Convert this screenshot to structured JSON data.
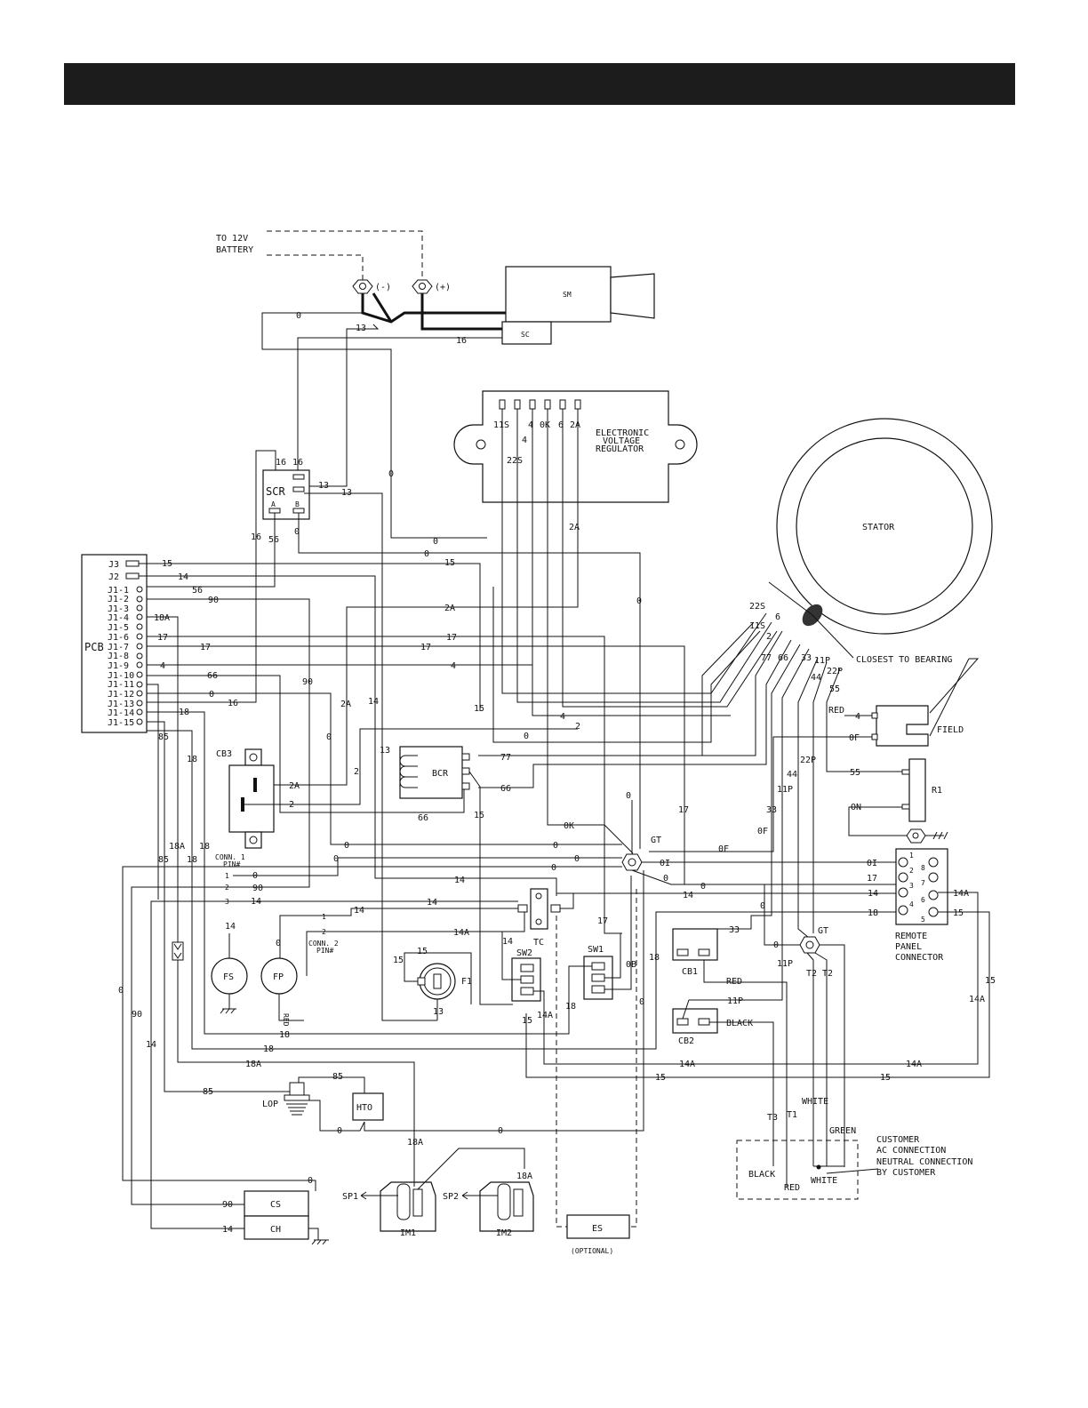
{
  "battery": {
    "label_line1": "TO 12V",
    "label_line2": "BATTERY",
    "neg": "(-)",
    "pos": "(+)"
  },
  "components": {
    "sm": "SM",
    "sc": "SC",
    "scr": "SCR",
    "scr_a": "A",
    "scr_b": "B",
    "evr_line1": "ELECTRONIC",
    "evr_line2": "VOLTAGE",
    "evr_line3": "REGULATOR",
    "stator": "STATOR",
    "pcb": "PCB",
    "cb3": "CB3",
    "bcr": "BCR",
    "field": "FIELD",
    "r1": "R1",
    "gt": "GT",
    "tc": "TC",
    "sw1": "SW1",
    "sw2": "SW2",
    "f1": "F1",
    "fs": "FS",
    "fp": "FP",
    "cb1": "CB1",
    "cb2": "CB2",
    "lop": "LOP",
    "hto": "HTO",
    "cs": "CS",
    "ch": "CH",
    "sp1": "SP1",
    "sp2": "SP2",
    "im1": "IM1",
    "im2": "IM2",
    "es": "ES",
    "optional": "(OPTIONAL)",
    "remote_line1": "REMOTE",
    "remote_line2": "PANEL",
    "remote_line3": "CONNECTOR",
    "conn1_line1": "CONN. 1",
    "conn1_line2": "PIN#",
    "conn2_line1": "CONN. 2",
    "conn2_line2": "PIN#",
    "closest": "CLOSEST TO BEARING",
    "customer_line1": "CUSTOMER",
    "customer_line2": "AC CONNECTION",
    "customer_line3": "NEUTRAL CONNECTION",
    "customer_line4": "BY CUSTOMER"
  },
  "pcb_pins": [
    "J3",
    "J2",
    "J1-1",
    "J1-2",
    "J1-3",
    "J1-4",
    "J1-5",
    "J1-6",
    "J1-7",
    "J1-8",
    "J1-9",
    "J1-10",
    "J1-11",
    "J1-12",
    "J1-13",
    "J1-14",
    "J1-15"
  ],
  "evr_terminals": [
    "11S",
    "22S",
    "4",
    "0K",
    "6",
    "2A"
  ],
  "remote_pins": [
    "1",
    "2",
    "3",
    "4",
    "5",
    "6",
    "7",
    "8"
  ],
  "wire_labels": {
    "w_0_top": "0",
    "w_13_top": "13",
    "w_16_top": "16",
    "w_16_scr": "16",
    "w_16_scr2": "16",
    "w_13_scr": "13",
    "w_13_scr2": "13",
    "w_16_left": "16",
    "w_56": "56",
    "w_0_scrb": "0",
    "w_0_mid": "0",
    "w_0_mid2": "0",
    "w_2a_evr": "2A",
    "w_j3_15": "15",
    "w_15_mid": "15",
    "w_j2_14": "14",
    "w_56b": "56",
    "w_90": "90",
    "w_2a_mid": "2A",
    "w_18a": "18A",
    "w_17a": "17",
    "w_17b": "17",
    "w_17c": "17",
    "w_4a": "4",
    "w_4b": "4",
    "w_66": "66",
    "w_0_j12": "0",
    "w_16_j13": "16",
    "w_18_j14": "18",
    "w_85": "85",
    "w_90b": "90",
    "w_2a_cb3": "2A",
    "w_14_vert": "14",
    "w_0_vert": "0",
    "w_0_evr": "0",
    "w_15_vert": "15",
    "w_2_vert": "2",
    "w_13_vert": "13",
    "w_18_vert": "18",
    "w_18a_vert": "18A",
    "w_85b": "85",
    "w_18b": "18",
    "w_2a_cb3b": "2A",
    "w_2_cb3": "2",
    "w_66b": "66",
    "w_77": "77",
    "w_66c": "66",
    "w_15b": "15",
    "w_0_gt": "0",
    "w_0_gt2": "0",
    "w_0k": "0K",
    "w_0_r": "0",
    "w_0_vert2": "0",
    "w_0f": "0F",
    "w_0f2": "0F",
    "w_0i": "0I",
    "w_0i2": "0I",
    "w_17_rp": "17",
    "w_14_rp": "14",
    "w_18_rp": "18",
    "w_14a_rp": "14A",
    "w_15_rp": "15",
    "w_0_rp": "0",
    "w_14_tc": "14",
    "w_14_tc2": "14",
    "w_14_tc3": "14",
    "w_14a_sw2": "14A",
    "w_15_f1": "15",
    "w_15_f1b": "15",
    "w_13_f1": "13",
    "w_14_sw2": "14",
    "w_17_sw1": "17",
    "w_0b": "0B",
    "w_18_sw1": "18",
    "w_15_sw2": "15",
    "w_14a_sw2b": "14A",
    "w_0_es": "0",
    "w_0_es2": "0",
    "w_33": "33",
    "w_33b": "33",
    "w_red_cb1": "RED",
    "w_11p": "11P",
    "w_11p2": "11P",
    "w_11p3": "11P",
    "w_black_cb2": "BLACK",
    "w_44": "44",
    "w_22p": "22P",
    "w_55": "55",
    "w_55b": "55",
    "w_on": "ON",
    "w_red_field": "RED",
    "w_4_field": "4",
    "w_0f_field": "0F",
    "w_14a_r": "14A",
    "w_15_r": "15",
    "w_14a_bottom": "14A",
    "w_14a_bottom2": "14A",
    "w_15_bottom": "15",
    "w_15_bottom2": "15",
    "w_18_bottom": "18",
    "w_18_bottom2": "18",
    "w_18a_bottom": "18A",
    "w_85_lop": "85",
    "w_85_lop2": "85",
    "w_0_hto": "0",
    "w_0_hto2": "0",
    "w_18a_im": "18A",
    "w_18a_im2": "18A",
    "w_0_cs": "0",
    "w_90_cs": "90",
    "w_14_ch": "14",
    "w_0_left": "0",
    "w_90_left": "90",
    "w_14_left": "14",
    "w_85_left": "85",
    "w_18a_left": "18A",
    "w_18_left": "18",
    "w_conn1_0": "0",
    "w_conn1_90": "90",
    "w_conn1_14": "14",
    "w_conn2_14": "14",
    "w_14_fs": "14",
    "w_0_fp": "0",
    "w_red_fp": "RED",
    "w_1": "1",
    "w_2": "2",
    "w_3": "3",
    "w_c2_1": "1",
    "w_c2_2": "2",
    "w_t2": "T2",
    "w_t2b": "T2",
    "w_gt2": "GT",
    "w_t3": "T3",
    "w_t1": "T1",
    "w_white": "WHITE",
    "w_green": "GREEN",
    "w_black_cust": "BLACK",
    "w_red_cust": "RED",
    "w_white_cust": "WHITE",
    "w_22s": "22S",
    "w_6": "6",
    "w_11s": "11S",
    "w_77b": "77",
    "w_66d": "66",
    "w_33c": "33",
    "w_11p4": "11P",
    "w_22p2": "22P",
    "w_44b": "44",
    "w_55c": "55",
    "w_4_evr": "4",
    "w_22s_evr": "22S",
    "w_0_fp_pin": "0",
    "w_14_fs_pin": "14",
    "w_2a_mid2": "2A",
    "w_0_mid3": "0",
    "w_2_mid": "2",
    "w_15_mid2": "15",
    "w_14_mid": "14",
    "w_90_mid": "90",
    "w_0_bottom": "0"
  }
}
